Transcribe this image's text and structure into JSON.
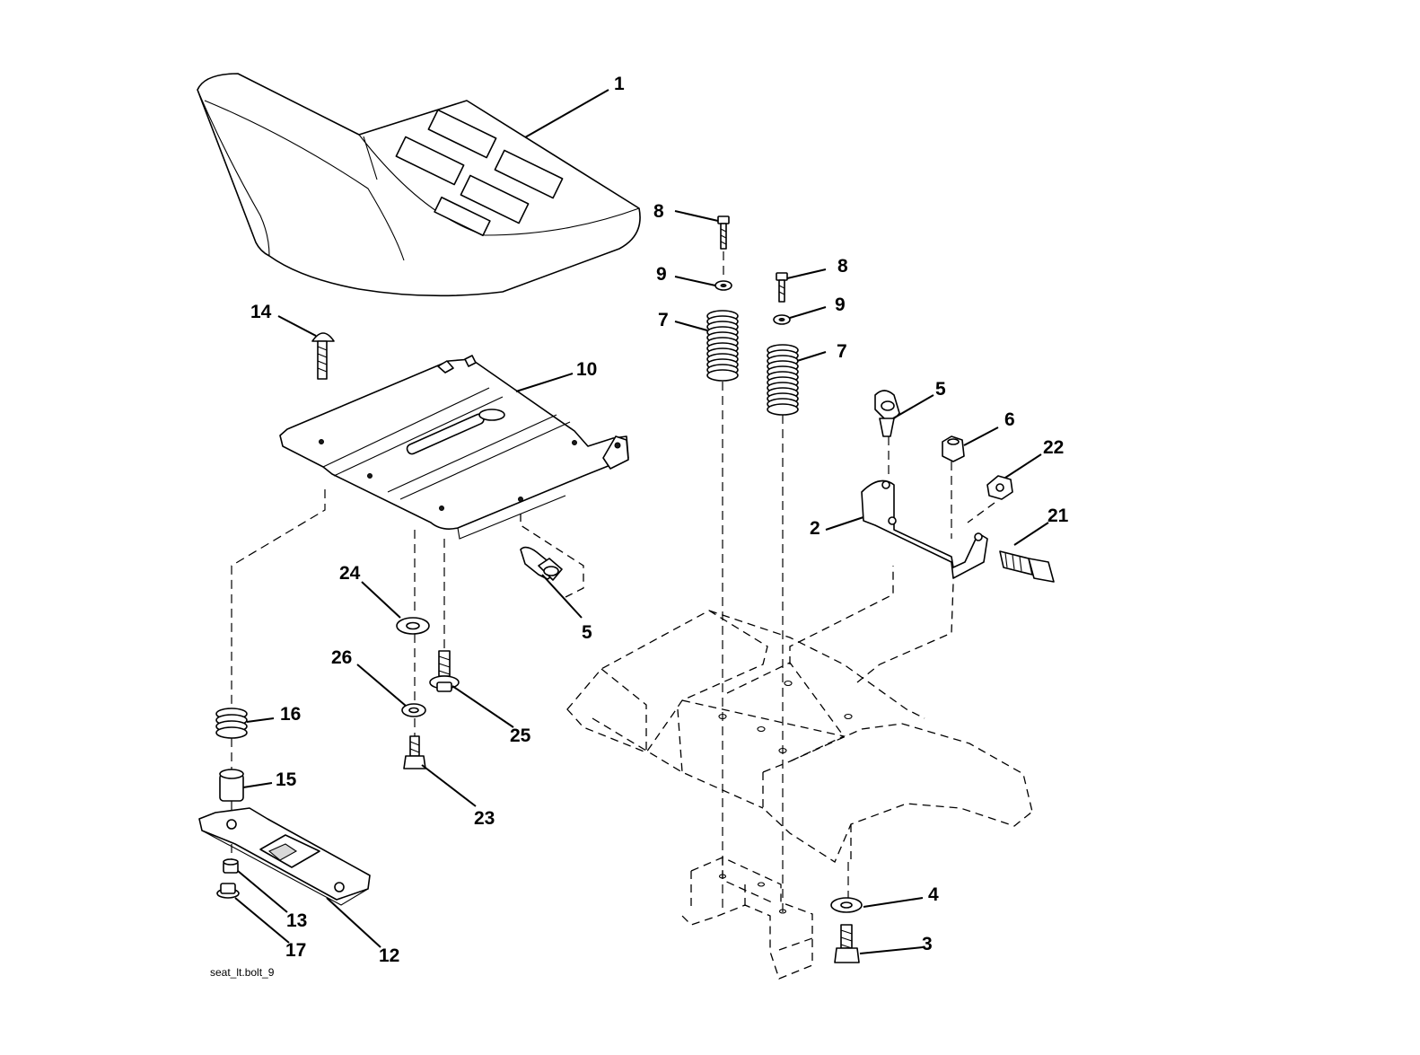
{
  "diagram_id": "seat_lt.bolt_9",
  "callouts": {
    "c1": "1",
    "c2": "2",
    "c3": "3",
    "c4": "4",
    "c5a": "5",
    "c5b": "5",
    "c6": "6",
    "c7a": "7",
    "c7b": "7",
    "c8a": "8",
    "c8b": "8",
    "c9a": "9",
    "c9b": "9",
    "c10": "10",
    "c12": "12",
    "c13": "13",
    "c14": "14",
    "c15": "15",
    "c16": "16",
    "c17": "17",
    "c21": "21",
    "c22": "22",
    "c23": "23",
    "c24": "24",
    "c25": "25",
    "c26": "26"
  },
  "colors": {
    "line": "#000000",
    "background": "#ffffff"
  }
}
